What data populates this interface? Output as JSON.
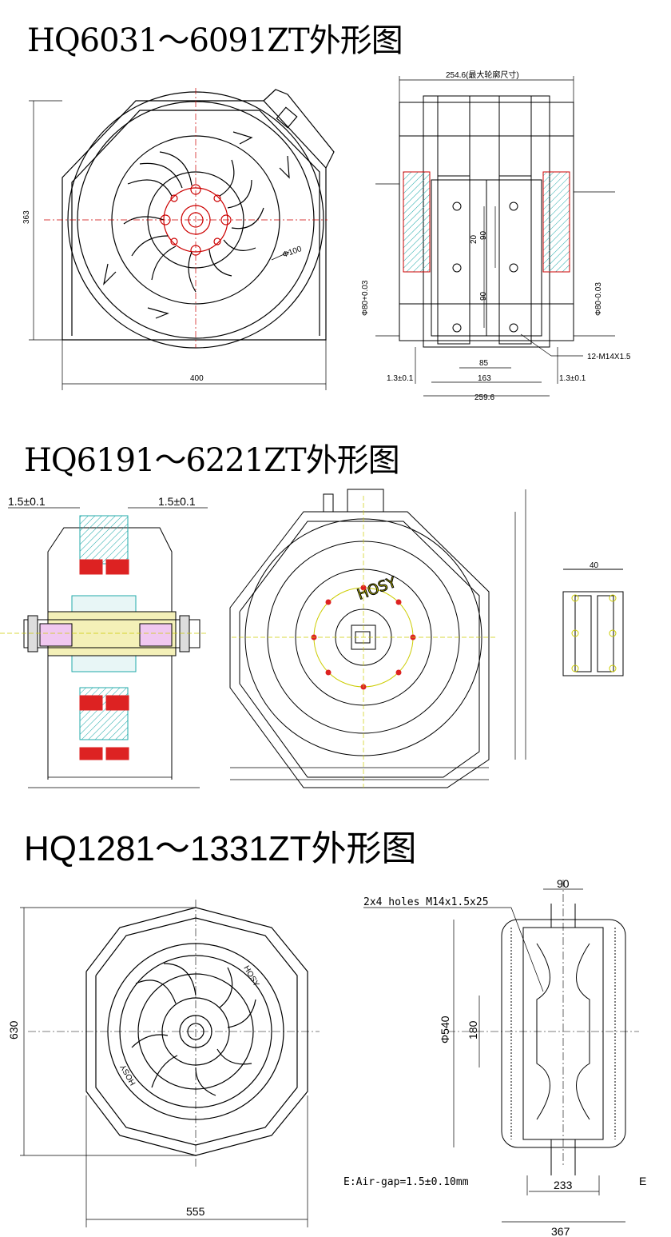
{
  "section1": {
    "title": "HQ6031～6091ZT外形图",
    "dims": {
      "height": "363",
      "width": "400",
      "phi": "Φ100",
      "top": "254.6(最大轮廓尺寸)",
      "d20": "20",
      "d90a": "90",
      "d90b": "90",
      "d85": "85",
      "d163": "163",
      "d259": "259.6",
      "gapL": "1.3±0.1",
      "gapR": "1.3±0.1",
      "holes": "12-M14X1.5",
      "phiL": "Φ80+0.03",
      "phiR": "Φ80-0.03"
    }
  },
  "section2": {
    "title": "HQ6191～6221ZT外形图",
    "dims": {
      "gapL": "1.5±0.1",
      "gapR": "1.5±0.1",
      "brand": "HOSY",
      "d40": "40"
    }
  },
  "section3": {
    "title": "HQ1281～1331ZT外形图",
    "dims": {
      "holes": "2x4 holes M14x1.5x25",
      "d90": "90",
      "d630": "630",
      "d555": "555",
      "phi540": "Φ540",
      "d180": "180",
      "airgap": "E:Air-gap=1.5±0.10mm",
      "d233": "233",
      "d367": "367",
      "e": "E",
      "brand": "HOSY"
    }
  }
}
